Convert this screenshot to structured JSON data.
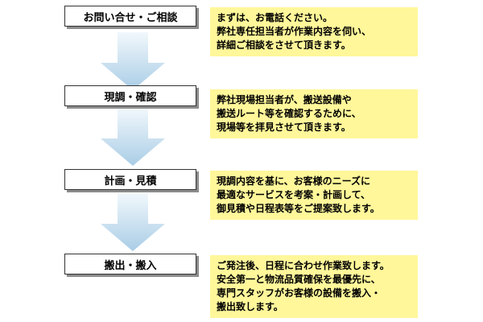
{
  "steps": [
    {
      "label": "お問い合せ・ご相談",
      "description": [
        "まずは、お電話ください。",
        "弊社専任担当者が作業内容を伺い、",
        "詳細ご相談をさせて頂きます。"
      ]
    },
    {
      "label": "現調・確認",
      "description": [
        "弊社現場担当者が、搬送設備や",
        "搬送ルート等を確認するために、",
        "現場等を拝見させて頂きます。"
      ]
    },
    {
      "label": "計画・見積",
      "description": [
        "現調内容を基に、お客様のニーズに",
        "最適なサービスを考案・計画して、",
        "御見積や日程表等をご提案致します。"
      ]
    },
    {
      "label": "搬出・搬入",
      "description": [
        "ご発注後、日程に合わせ作業致します。",
        "安全第一と物流品質確保を最優先に、",
        "専門スタッフがお客様の設備を搬入・",
        "搬出致します。"
      ]
    }
  ],
  "colors": {
    "note_background": "#fff79a",
    "arrow_top": "#f2f8fc",
    "arrow_bottom": "#a9cde6",
    "box_border": "#333333",
    "box_shadow": "#8c8c8c"
  }
}
